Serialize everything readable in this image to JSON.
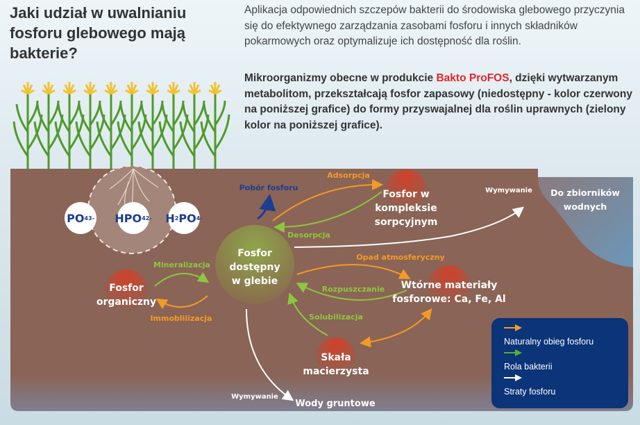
{
  "header": {
    "title": "Jaki udział w uwalnianiu fosforu glebowego mają bakterie?",
    "intro": "Aplikacja odpowiednich szczepów bakterii do środowiska glebowego przyczynia się do efektywnego zarządzania zasobami fosforu i innych składników pokarmowych oraz optymalizuje ich dostępność dla roślin.",
    "bold_before": "Mikroorganizmy obecne w produkcie ",
    "brand": "Bakto ProFOS",
    "bold_after": ", dzięki wytwarzanym metabolitom, przekształcają fosfor zapasowy (niedostępny - kolor czerwony na poniższej grafice) do formy przyswajalnej dla roślin uprawnych (zielony kolor na poniższej grafice)."
  },
  "ions": [
    {
      "base": "PO",
      "sub": "4",
      "sup": "3-"
    },
    {
      "base": "HPO",
      "sub": "4",
      "sup": "2-"
    },
    {
      "pre": "H",
      "pre_sub": "2",
      "base": "PO",
      "sub": "4",
      "sup": "-"
    }
  ],
  "nodes": {
    "available": [
      "Fosfor",
      "dostępny",
      "w glebie"
    ],
    "organic": [
      "Fosfor",
      "organiczny"
    ],
    "sorption": [
      "Fosfor w",
      "kompleksie",
      "sorpcyjnym"
    ],
    "secondary": [
      "Wtórne materiały",
      "fosforowe: Ca, Fe, Al"
    ],
    "rock": [
      "Skała",
      "macierzysta"
    ],
    "water_bodies": [
      "Do zbiorników",
      "wodnych"
    ],
    "groundwater": "Wody gruntowe"
  },
  "labels": {
    "uptake": "Pobór fosforu",
    "adsorption": "Adsorpcja",
    "desorption": "Desorpcja",
    "leaching_top": "Wymywanie",
    "mineralization": "Mineralizacja",
    "immobilization": "Immoblilizacja",
    "deposition": "Opad atmosferyczny",
    "dissolution": "Rozpuszczanie",
    "solubilization": "Solubilizacja",
    "leaching_bottom": "Wymywanie"
  },
  "legend": [
    {
      "label": "Naturalny obieg fosforu",
      "color": "#f39a25"
    },
    {
      "label": "Rola bakterii",
      "color": "#5bb030"
    },
    {
      "label": "Straty fosforu",
      "color": "#ffffff"
    }
  ],
  "colors": {
    "soil": "#8a6456",
    "orange": "#f39a25",
    "green": "#8dc63f",
    "red": "#c9402c",
    "legend_bg": "#0b3479"
  }
}
